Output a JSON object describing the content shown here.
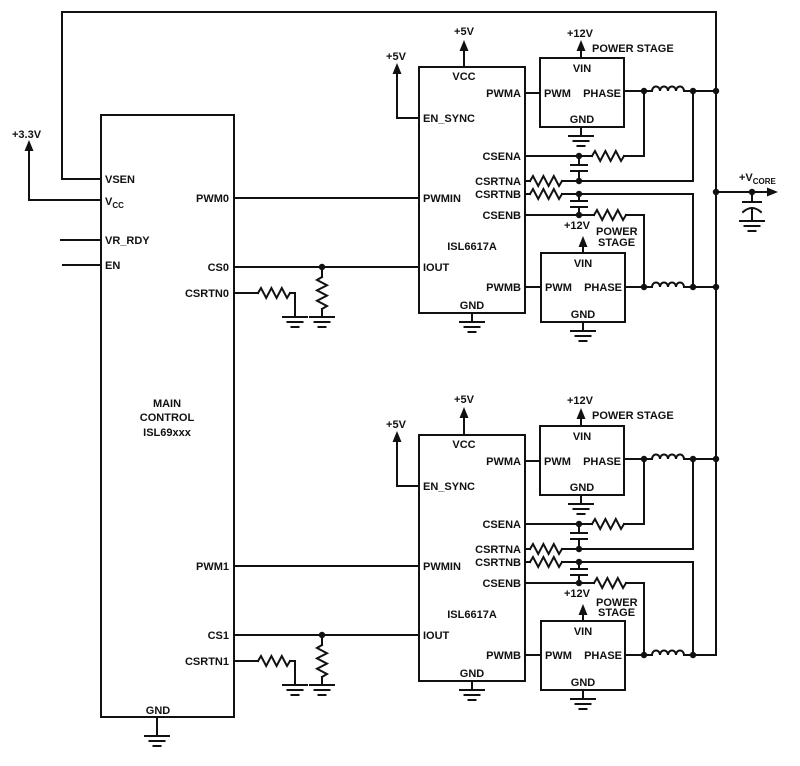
{
  "labels": {
    "v33": "+3.3V",
    "v5": "+5V",
    "v12": "+12V",
    "vcore_base": "+V",
    "vcore_sub": "CORE",
    "power_stage": "POWER STAGE",
    "power": "POWER",
    "stage": "STAGE"
  },
  "main_control": {
    "line1": "MAIN",
    "line2": "CONTROL",
    "line3": "ISL69xxx",
    "pins": {
      "vsen": "VSEN",
      "vcc_base": "V",
      "vcc_sub": "CC",
      "vr_rdy": "VR_RDY",
      "en": "EN",
      "pwm0": "PWM0",
      "cs0": "CS0",
      "csrtn0": "CSRTN0",
      "pwm1": "PWM1",
      "cs1": "CS1",
      "csrtn1": "CSRTN1",
      "gnd": "GND"
    }
  },
  "phase_doubler": {
    "part": "ISL6617A",
    "pins": {
      "vcc": "VCC",
      "pwma": "PWMA",
      "en_sync": "EN_SYNC",
      "csena": "CSENA",
      "csrtna": "CSRTNA",
      "csrtnb": "CSRTNB",
      "pwmin": "PWMIN",
      "csenb": "CSENB",
      "iout": "IOUT",
      "pwmb": "PWMB",
      "gnd": "GND"
    }
  },
  "power_stage": {
    "pins": {
      "vin": "VIN",
      "pwm": "PWM",
      "phase": "PHASE",
      "gnd": "GND"
    }
  }
}
